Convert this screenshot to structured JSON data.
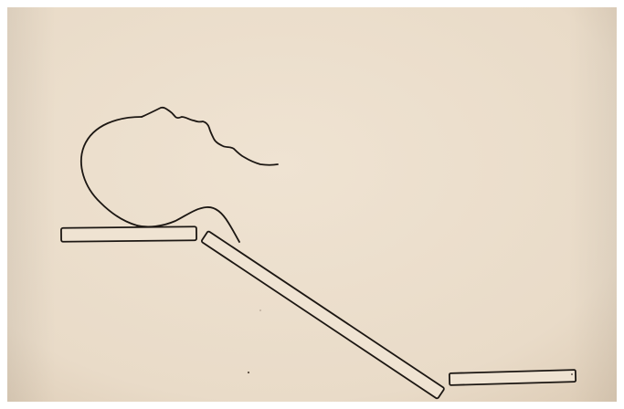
{
  "colors": {
    "paper": "#ecdfcd",
    "paper_shadow": "#d9c8b2",
    "ink": "#1c1713",
    "board_fill": "#efe3d2",
    "border": "#ffffff"
  },
  "figure": {
    "subject": "head-profile-lineart",
    "supports": [
      "head-support-board",
      "inclined-board",
      "lower-board"
    ]
  }
}
